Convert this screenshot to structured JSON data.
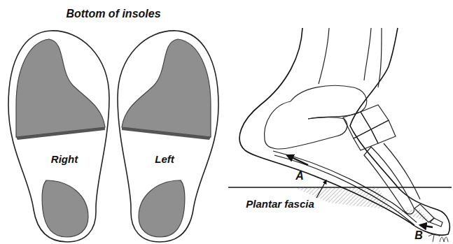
{
  "diagram": {
    "title": "Bottom of insoles",
    "labels": [
      "Right",
      "Left",
      "A",
      "Plantar fascia",
      "B"
    ]
  }
}
